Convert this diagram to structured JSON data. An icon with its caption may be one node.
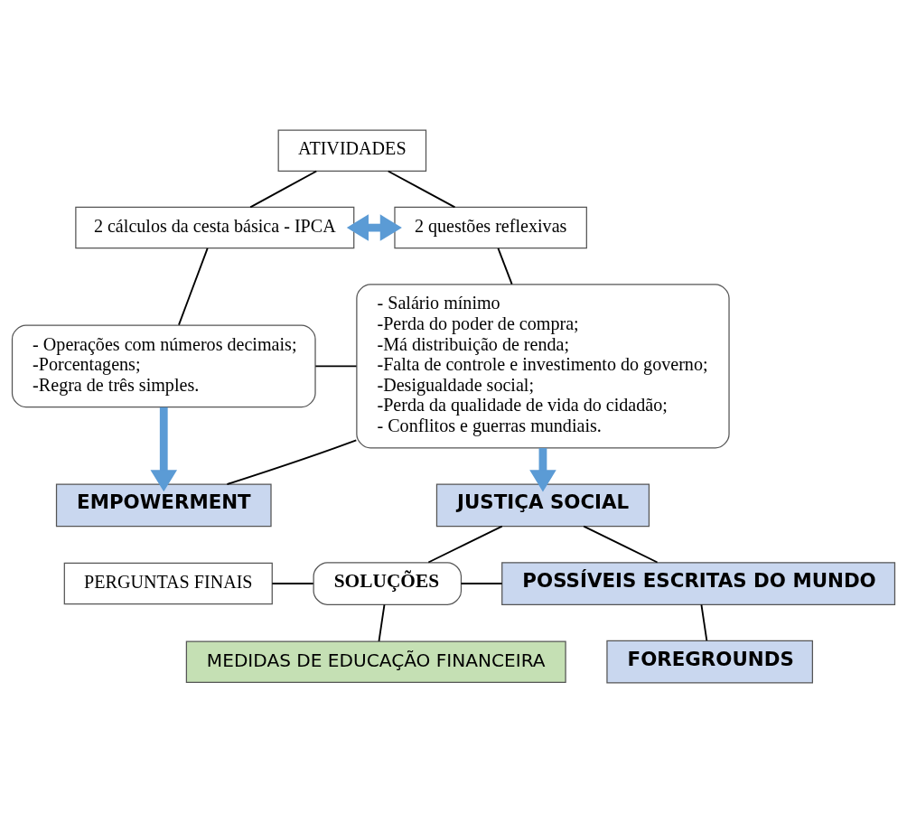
{
  "diagram": {
    "nodes": [
      {
        "text": [
          "ATIVIDADES"
        ]
      },
      {
        "text": [
          "2 cálculos da cesta básica - IPCA"
        ]
      },
      {
        "text": [
          "2 questões reflexivas"
        ]
      },
      {
        "text": [
          "- Operações com números decimais;",
          "-Porcentagens;",
          "-Regra de três simples."
        ]
      },
      {
        "text": [
          "- Salário mínimo",
          "-Perda do poder de compra;",
          "-Má distribuição de renda;",
          "-Falta de controle e investimento do governo;",
          "-Desigualdade social;",
          "-Perda da qualidade de vida do cidadão;",
          "- Conflitos e guerras mundiais."
        ]
      },
      {
        "text": [
          "EMPOWERMENT"
        ]
      },
      {
        "text": [
          "JUSTIÇA SOCIAL"
        ]
      },
      {
        "text": [
          "PERGUNTAS FINAIS"
        ]
      },
      {
        "text": [
          "SOLUÇÕES"
        ]
      },
      {
        "text": [
          "POSSÍVEIS ESCRITAS DO MUNDO"
        ]
      },
      {
        "text": [
          "MEDIDAS DE EDUCAÇÃO FINANCEIRA"
        ]
      },
      {
        "text": [
          "FOREGROUNDS"
        ]
      }
    ],
    "edges": [
      {
        "from": 0,
        "to": 1,
        "arrow": "none"
      },
      {
        "from": 0,
        "to": 2,
        "arrow": "none"
      },
      {
        "from": 1,
        "to": 2,
        "arrow": "both",
        "style": "thick",
        "color": "#5b9bd5"
      },
      {
        "from": 1,
        "to": 3,
        "arrow": "none"
      },
      {
        "from": 2,
        "to": 4,
        "arrow": "none"
      },
      {
        "from": 3,
        "to": 4,
        "arrow": "none"
      },
      {
        "from": 3,
        "to": 5,
        "arrow": "to",
        "style": "thick",
        "color": "#5b9bd5"
      },
      {
        "from": 5,
        "to": 4,
        "arrow": "none"
      },
      {
        "from": 4,
        "to": 6,
        "arrow": "to",
        "style": "thick",
        "color": "#5b9bd5"
      },
      {
        "from": 6,
        "to": 8,
        "arrow": "none"
      },
      {
        "from": 6,
        "to": 9,
        "arrow": "none"
      },
      {
        "from": 7,
        "to": 8,
        "arrow": "none"
      },
      {
        "from": 8,
        "to": 9,
        "arrow": "none"
      },
      {
        "from": 8,
        "to": 10,
        "arrow": "none"
      },
      {
        "from": 9,
        "to": 11,
        "arrow": "none"
      }
    ]
  }
}
